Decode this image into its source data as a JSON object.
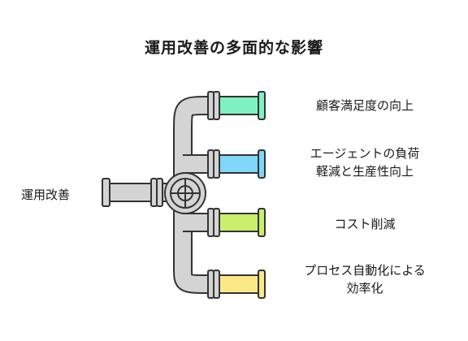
{
  "title": "運用改善の多面的な影響",
  "input": {
    "label": "運用改善"
  },
  "outputs": [
    {
      "label": "顧客満足度の向上",
      "color": "#7ff0bf"
    },
    {
      "label": "エージェントの負荷\n軽減と生産性向上",
      "color": "#7fd6f7"
    },
    {
      "label": "コスト削減",
      "color": "#c8f06b"
    },
    {
      "label": "プロセス自動化による\n効率化",
      "color": "#fbe887"
    }
  ],
  "pipe_color": "#d4d4d4"
}
